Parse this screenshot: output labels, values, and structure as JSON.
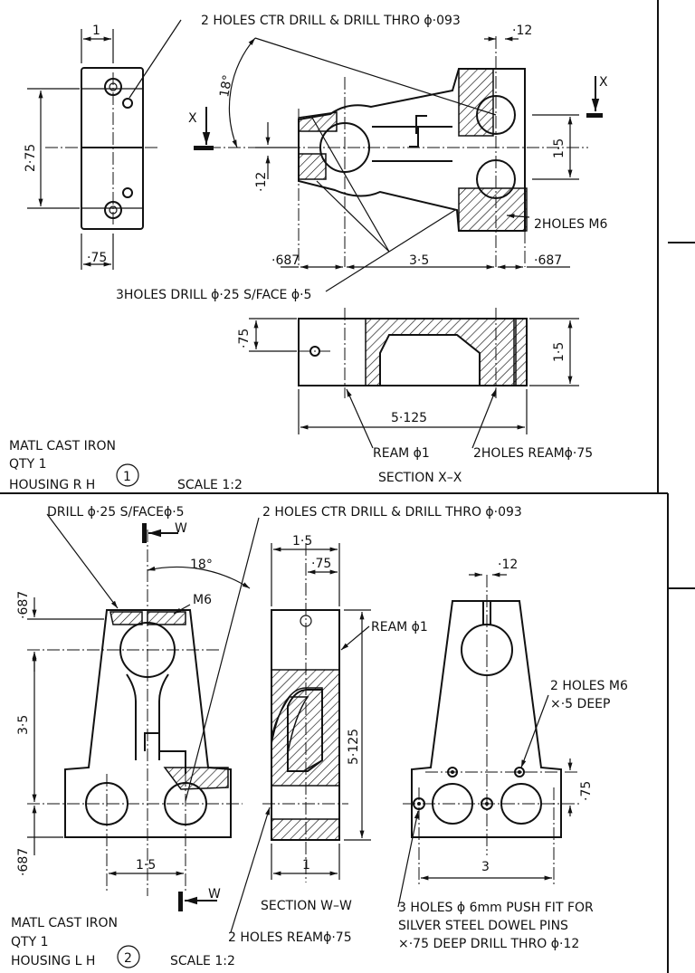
{
  "housing_rh": {
    "note_holes_ctr": "2 HOLES CTR DRILL & DRILL THRO ϕ·093",
    "dim_top_1": "1",
    "dim_12": "·12",
    "label_x_left": "X",
    "label_x_right": "X",
    "angle_18": "18°",
    "dim_275": "2·75",
    "dim_12_left": "·12",
    "dim_15": "1·5",
    "note_m6": "2HOLES M6",
    "dim_75": "·75",
    "dim_687_left": "·687",
    "dim_35": "3·5",
    "dim_687_right": "·687",
    "note_3holes": "3HOLES DRILL ϕ·25 S/FACE ϕ·5",
    "dim_75_section": "·75",
    "dim_15_section": "1·5",
    "dim_5125": "5·125",
    "note_ream1": "REAM ϕ1",
    "note_ream75": "2HOLES REAMϕ·75",
    "section_label": "SECTION X–X",
    "matl": "MATL CAST IRON",
    "qty": "QTY 1",
    "part": "HOUSING R H",
    "part_no": "1",
    "scale": "SCALE 1:2"
  },
  "housing_lh": {
    "note_drill": "DRILL ϕ·25 S/FACEϕ·5",
    "note_holes_ctr": "2 HOLES CTR DRILL & DRILL THRO ϕ·093",
    "label_w_top": "W",
    "label_w_bottom": "W",
    "angle_18": "18°",
    "dim_687_top": "·687",
    "note_m6": "M6",
    "dim_35": "3·5",
    "dim_687_bottom": "·687",
    "dim_15": "1·5",
    "dim_15_side": "1·5",
    "dim_75_side": "·75",
    "note_ream1": "REAM ϕ1",
    "dim_5125": "5·125",
    "dim_1": "1",
    "section_label": "SECTION W–W",
    "note_ream75": "2 HOLES REAMϕ·75",
    "dim_12": "·12",
    "note_m6_deep_1": "2 HOLES M6",
    "note_m6_deep_2": "×·5 DEEP",
    "dim_75_right": "·75",
    "dim_3": "3",
    "note_dowel_1": "3 HOLES ϕ 6mm PUSH FIT FOR",
    "note_dowel_2": "SILVER STEEL DOWEL PINS",
    "note_dowel_3": "×·75 DEEP DRILL THRO ϕ·12",
    "matl": "MATL CAST IRON",
    "qty": "QTY 1",
    "part": "HOUSING L H",
    "part_no": "2",
    "scale": "SCALE 1:2"
  }
}
